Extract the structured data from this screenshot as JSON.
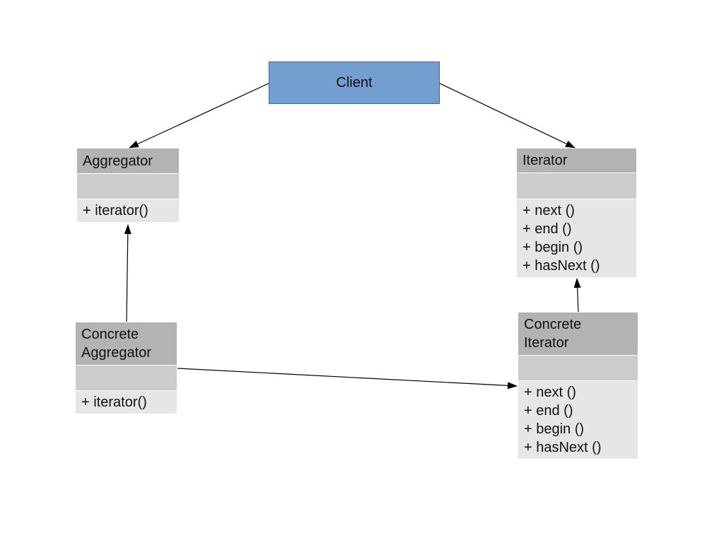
{
  "client": {
    "label": "Client",
    "fill": "#729fcf",
    "border": "#3465a4"
  },
  "classes": {
    "aggregator": {
      "name": [
        "Aggregator"
      ],
      "methods": [
        "+ iterator()"
      ]
    },
    "iterator": {
      "name": [
        "Iterator"
      ],
      "methods": [
        "+ next ()",
        "+ end ()",
        "+ begin ()",
        "+ hasNext ()"
      ]
    },
    "concrete_aggregator": {
      "name": [
        "Concrete",
        "Aggregator"
      ],
      "methods": [
        "+ iterator()"
      ]
    },
    "concrete_iterator": {
      "name": [
        "Concrete",
        "Iterator"
      ],
      "methods": [
        "+ next ()",
        "+ end ()",
        "+ begin ()",
        "+ hasNext ()"
      ]
    }
  },
  "relations": [
    {
      "from": "client",
      "to": "aggregator",
      "arrow": "filled"
    },
    {
      "from": "client",
      "to": "iterator",
      "arrow": "filled"
    },
    {
      "from": "concrete_aggregator",
      "to": "aggregator",
      "arrow": "filled"
    },
    {
      "from": "concrete_iterator",
      "to": "iterator",
      "arrow": "filled"
    },
    {
      "from": "concrete_aggregator",
      "to": "concrete_iterator",
      "arrow": "filled"
    }
  ],
  "colors": {
    "class_header": "#b3b3b3",
    "class_attributes": "#cccccc",
    "class_methods": "#e6e6e6",
    "line": "#000000"
  }
}
